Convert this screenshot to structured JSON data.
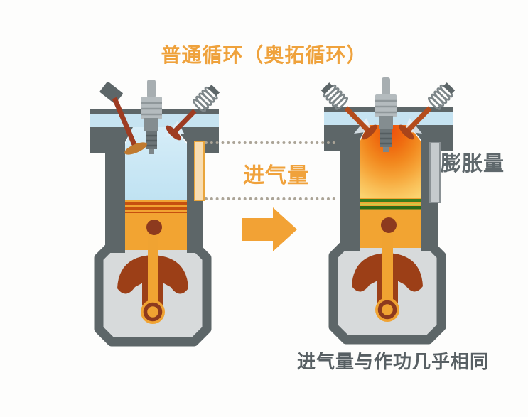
{
  "title": "普通循环（奥拓循环）",
  "diagram": {
    "intake_label": "进气量",
    "expansion_label": "膨胀量",
    "caption": "进气量与作功几乎相同"
  },
  "icons": {
    "arrow": "right-arrow",
    "spark_plug": "spark-plug",
    "valve_spring": "valve-spring"
  },
  "colors": {
    "accent_orange": "#F0A23C",
    "arrow_orange": "#F2A235",
    "metal_gray": "#5D6668",
    "mixture_blue": "#C6E3F1",
    "combustion_core": "#ED500E",
    "combustion_edge": "#FBD36F",
    "piston_orange": "#F2A432",
    "valve_red": "#9E3C22",
    "piston_ring_green": "#3A7D1C",
    "label_gray": "#5F686C",
    "dotted_line": "#ABA497"
  }
}
